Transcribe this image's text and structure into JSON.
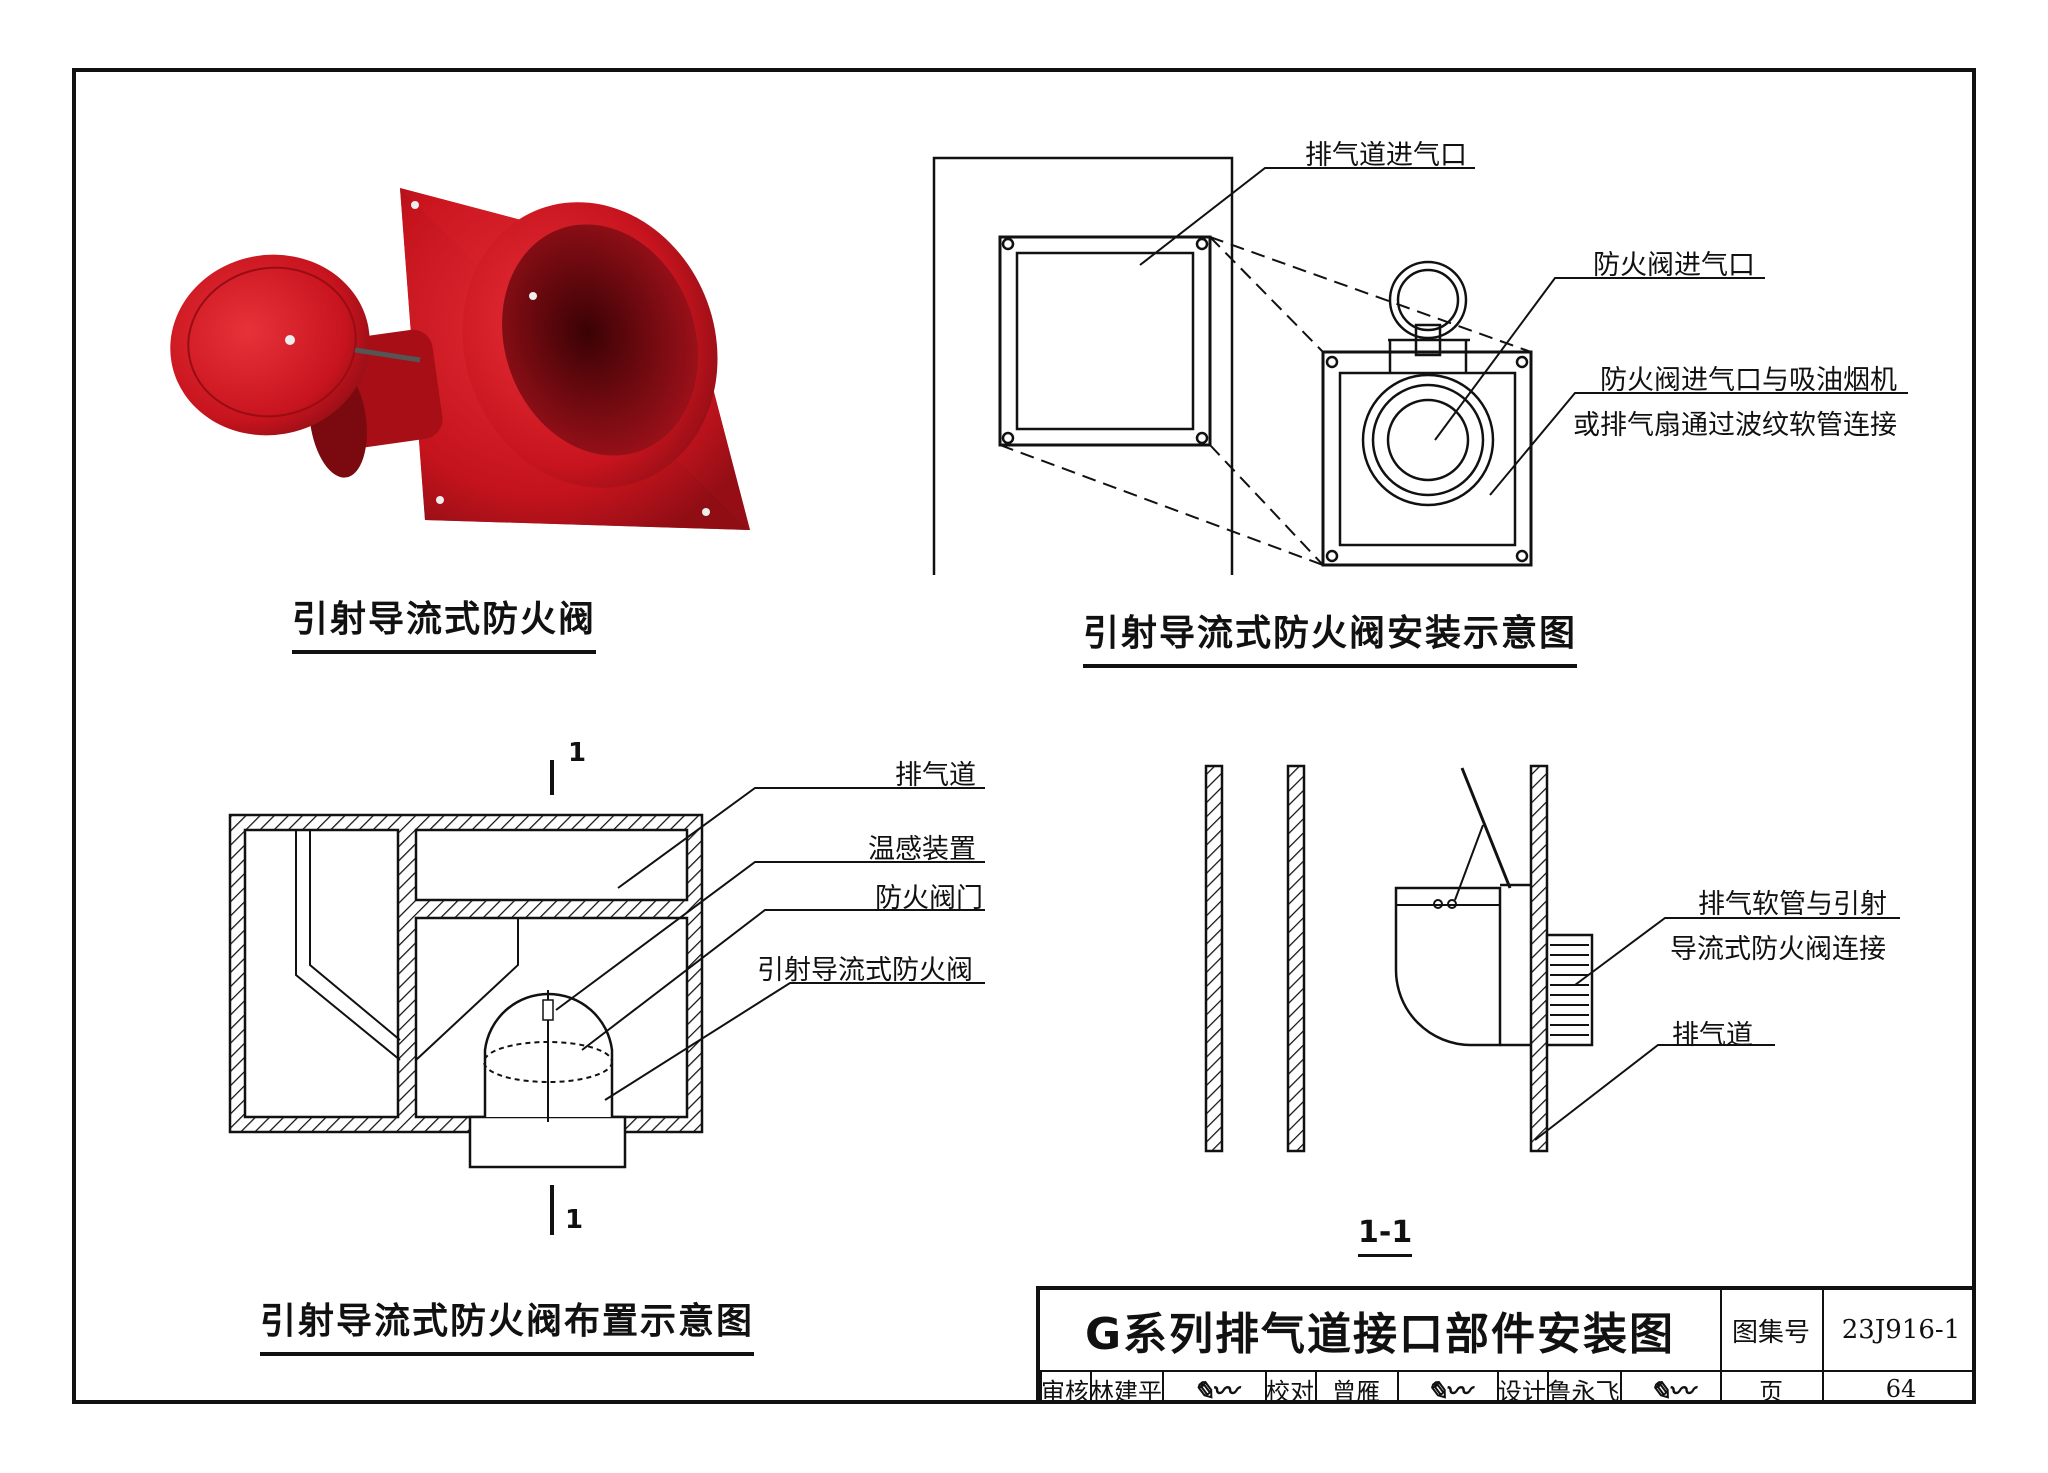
{
  "figures": {
    "photo_caption": "引射导流式防火阀",
    "install_caption": "引射导流式防火阀安装示意图",
    "layout_caption": "引射导流式防火阀布置示意图",
    "section_caption": "1-1"
  },
  "install_labels": {
    "duct_inlet": "排气道进气口",
    "valve_inlet": "防火阀进气口",
    "connection_note_line1": "防火阀进气口与吸油烟机",
    "connection_note_line2": "或排气扇通过波纹软管连接"
  },
  "layout_labels": {
    "exhaust_duct": "排气道",
    "temp_sensor": "温感装置",
    "fire_valve_door": "防火阀门",
    "ejector_valve": "引射导流式防火阀",
    "section_mark_top": "1",
    "section_mark_bottom": "1"
  },
  "section_labels": {
    "hose_note_line1": "排气软管与引射",
    "hose_note_line2": "导流式防火阀连接",
    "exhaust_duct": "排气道"
  },
  "title_block": {
    "drawing_title": "G系列排气道接口部件安装图",
    "atlas_label": "图集号",
    "atlas_no": "23J916-1",
    "page_label": "页",
    "page_no": "64",
    "review_label": "审核",
    "review_name": "林建平",
    "check_label": "校对",
    "check_name": "曾雁",
    "design_label": "设计",
    "design_name": "鲁永飞"
  },
  "colors": {
    "valve_red": "#c8141e",
    "valve_dark": "#7a0a10",
    "line": "#111111"
  }
}
